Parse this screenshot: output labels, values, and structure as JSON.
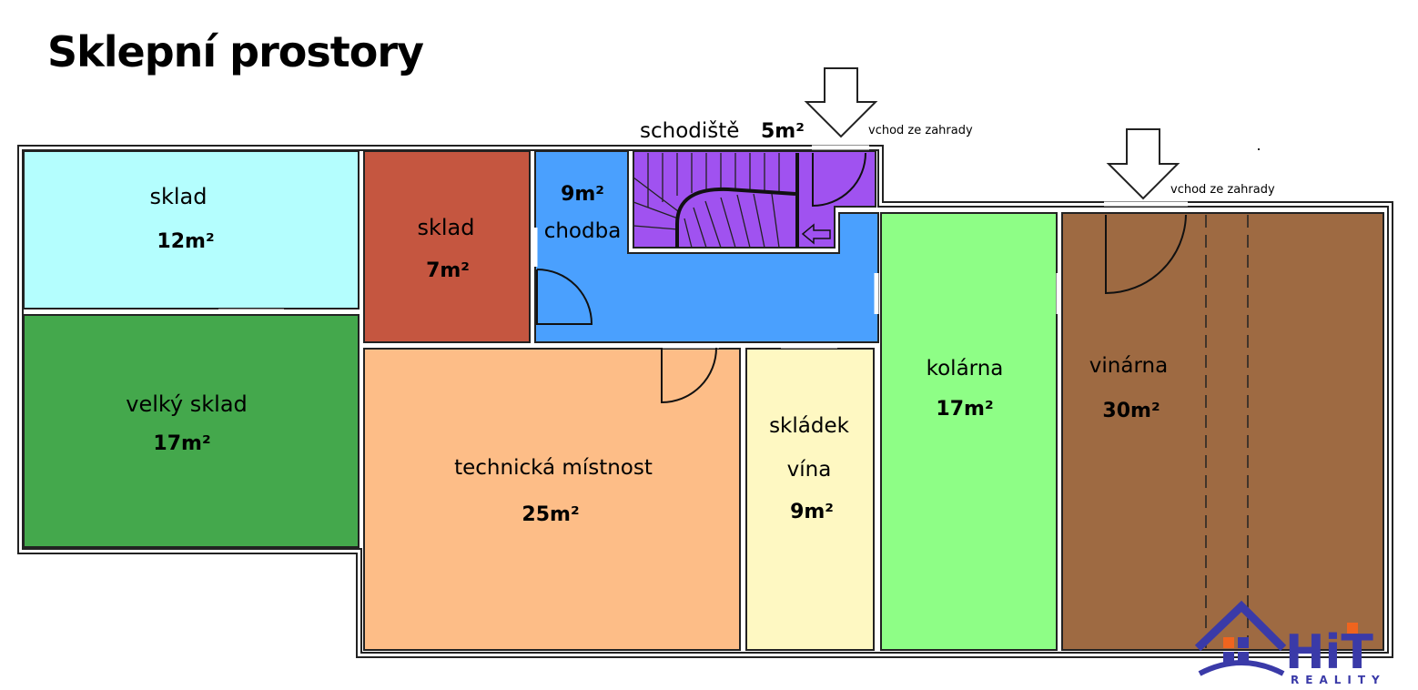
{
  "title": "Sklepní prostory",
  "rooms": {
    "sklad12": {
      "name": "sklad",
      "area": "12m²",
      "color": "#b4fefe"
    },
    "velky": {
      "name": "velký sklad",
      "area": "17m²",
      "color": "#44a84c"
    },
    "sklad7": {
      "name": "sklad",
      "area": "7m²",
      "color": "#c55640"
    },
    "chodba": {
      "name": "chodba",
      "area": "9m²",
      "color": "#4aa0fe"
    },
    "schodiste": {
      "name": "schodiště",
      "area": "5m²",
      "color": "#a052f0"
    },
    "technicka": {
      "name": "technická místnost",
      "area": "25m²",
      "color": "#fdbd87"
    },
    "skladek": {
      "name1": "skládek",
      "name2": "vína",
      "area": "9m²",
      "color": "#fef8c2"
    },
    "kolarna": {
      "name": "kolárna",
      "area": "17m²",
      "color": "#8efe86"
    },
    "vinarna": {
      "name": "vinárna",
      "area": "30m²",
      "color": "#9e6a42"
    }
  },
  "entrances": [
    {
      "label": "vchod ze zahrady"
    },
    {
      "label": "vchod ze zahrady"
    }
  ],
  "logo": {
    "brand": "HiT",
    "sub": "REALITY",
    "color": "#3a3aa8",
    "accent": "#f0641e"
  }
}
